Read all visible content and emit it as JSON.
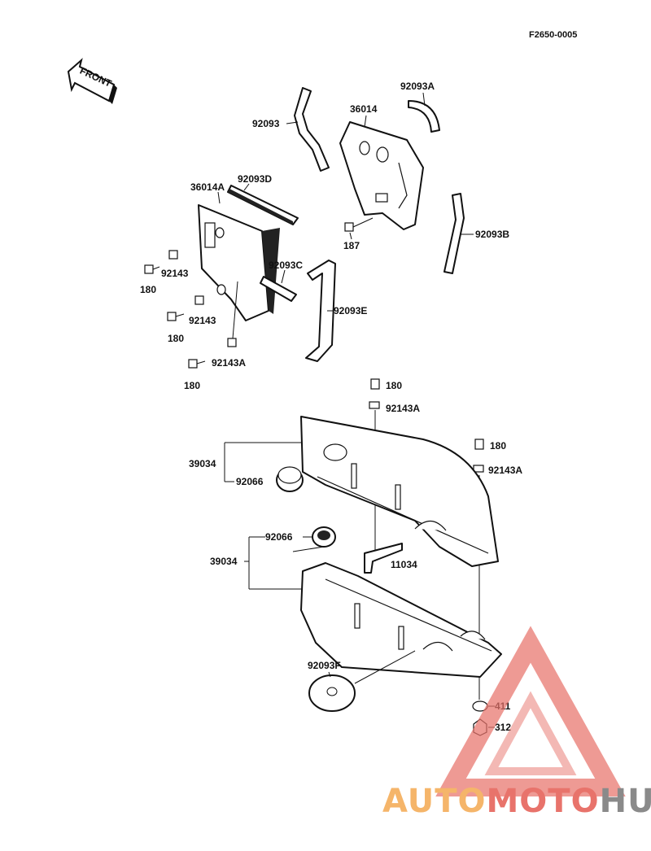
{
  "diagram": {
    "code": "F2650-0005",
    "front_label": "FRONT",
    "labels": {
      "p92093": "92093",
      "p92093A": "92093A",
      "p36014": "36014",
      "p36014A": "36014A",
      "p92093D": "92093D",
      "p92093B": "92093B",
      "p187": "187",
      "p92143_1": "92143",
      "p180_1": "180",
      "p92093C": "92093C",
      "p92093E": "92093E",
      "p92143_2": "92143",
      "p180_2": "180",
      "p92143A_1": "92143A",
      "p180_3": "180",
      "p180_4": "180",
      "p92143A_2": "92143A",
      "p39034_1": "39034",
      "p92066_1": "92066",
      "p180_5": "180",
      "p92143A_3": "92143A",
      "p92066_2": "92066",
      "p39034_2": "39034",
      "p11034": "11034",
      "p92093F": "92093F",
      "p411": "411",
      "p312": "312"
    }
  },
  "watermark": {
    "auto": "AUTO",
    "moto": "MOTO",
    "hub": "HUB",
    "color_orange": "#f5b56a",
    "color_red": "#e8736b",
    "color_gray": "#8a8a8a"
  }
}
